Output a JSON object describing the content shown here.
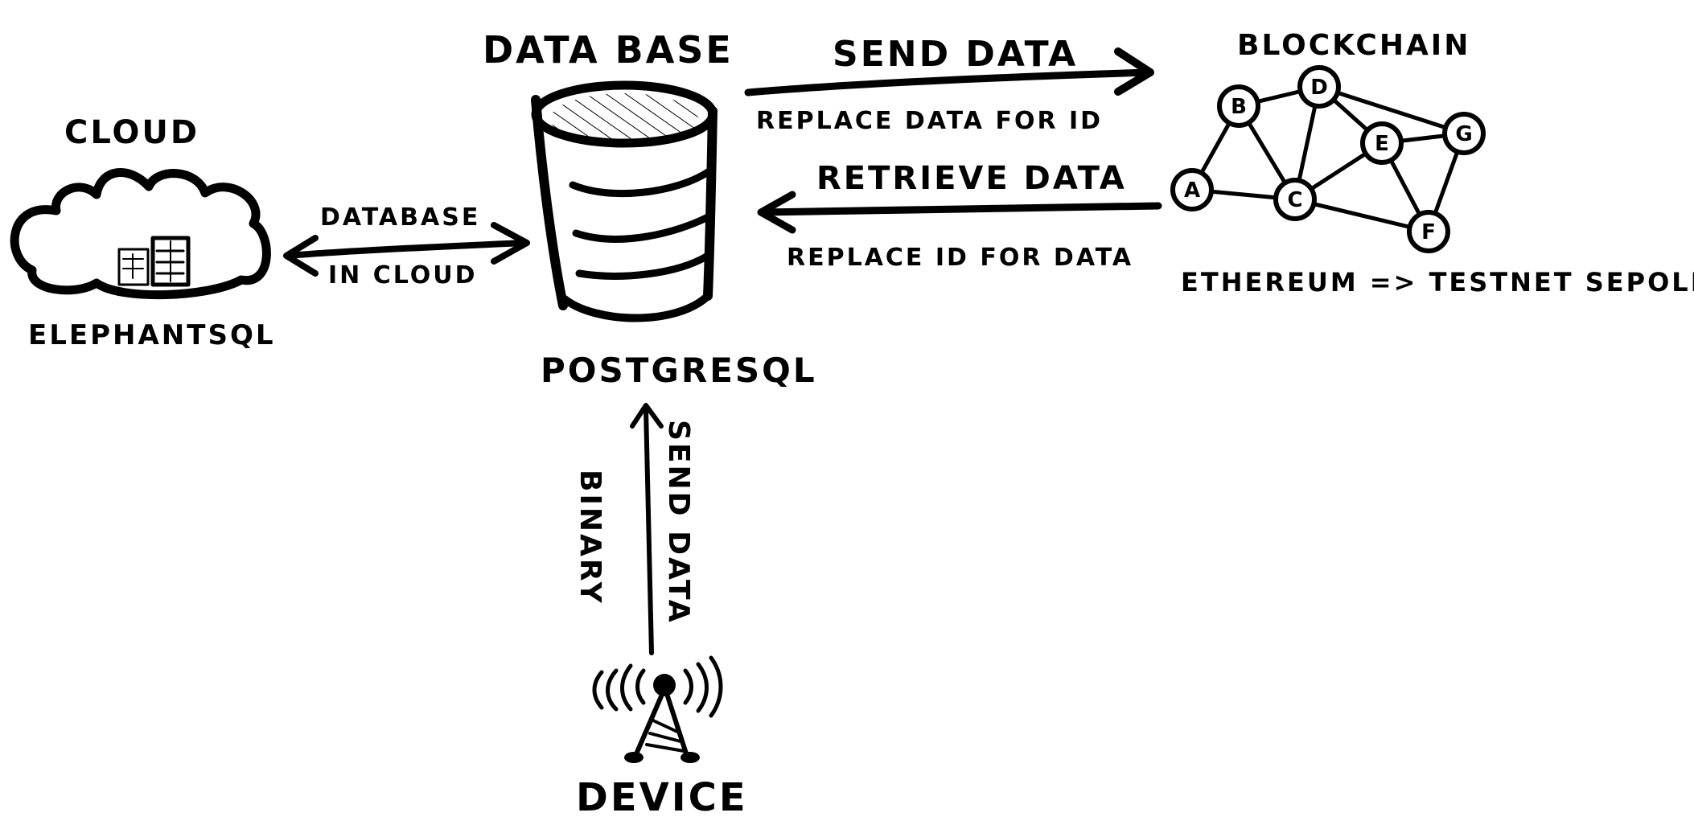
{
  "labels": {
    "cloud_title": "CLOUD",
    "cloud_name": "ELEPHANTSQL",
    "link_top": "DATABASE",
    "link_bottom": "IN CLOUD",
    "db_title": "DATA BASE",
    "db_name": "POSTGRESQL",
    "send_top": "SEND DATA",
    "send_bottom": "REPLACE DATA FOR ID",
    "retrieve_top": "RETRIEVE DATA",
    "retrieve_bottom": "REPLACE ID FOR DATA",
    "chain_title": "BLOCKCHAIN",
    "chain_note": "ETHEREUM => TESTNET SEPOLIA",
    "device_send": "SEND DATA",
    "device_binary": "BINARY",
    "device_name": "DEVICE"
  },
  "graph": {
    "nodes": [
      "A",
      "B",
      "C",
      "D",
      "E",
      "F",
      "G"
    ],
    "edges": [
      [
        "A",
        "B"
      ],
      [
        "A",
        "C"
      ],
      [
        "B",
        "D"
      ],
      [
        "B",
        "C"
      ],
      [
        "D",
        "C"
      ],
      [
        "D",
        "E"
      ],
      [
        "D",
        "G"
      ],
      [
        "E",
        "C"
      ],
      [
        "E",
        "G"
      ],
      [
        "E",
        "F"
      ],
      [
        "C",
        "F"
      ],
      [
        "G",
        "F"
      ]
    ]
  },
  "colors": {
    "ink": "#000000",
    "paper": "#ffffff"
  }
}
